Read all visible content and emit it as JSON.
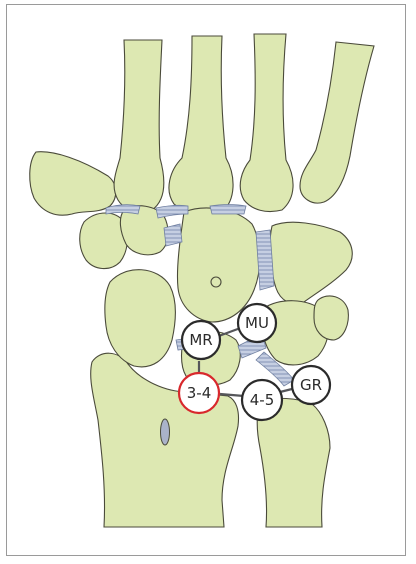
{
  "colors": {
    "bone_fill": "#dde8b2",
    "bone_outline": "#4a4a3a",
    "ligament": "#a9b6d3",
    "portal_outline": "#2b2b2b",
    "highlight_outline": "#d8282c"
  },
  "portals": [
    {
      "id": "mr",
      "label": "MR",
      "highlighted": false
    },
    {
      "id": "mu",
      "label": "MU",
      "highlighted": false
    },
    {
      "id": "p34",
      "label": "3-4",
      "highlighted": true
    },
    {
      "id": "p45",
      "label": "4-5",
      "highlighted": false
    },
    {
      "id": "gr",
      "label": "GR",
      "highlighted": false
    }
  ]
}
